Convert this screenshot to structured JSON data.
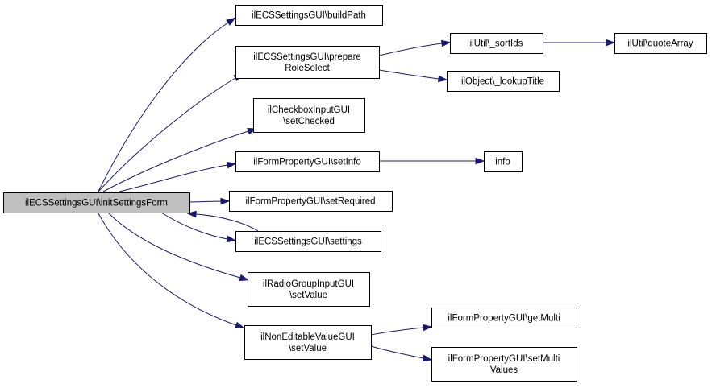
{
  "diagram": {
    "nodes": [
      {
        "id": "root",
        "lines": [
          "ilECSSettingsGUI\\initSettingsForm"
        ],
        "root": true
      },
      {
        "id": "buildPath",
        "lines": [
          "ilECSSettingsGUI\\buildPath"
        ]
      },
      {
        "id": "prepareRoleSelect",
        "lines": [
          "ilECSSettingsGUI\\prepare",
          "RoleSelect"
        ]
      },
      {
        "id": "sortIds",
        "lines": [
          "ilUtil\\_sortIds"
        ]
      },
      {
        "id": "quoteArray",
        "lines": [
          "ilUtil\\quoteArray"
        ]
      },
      {
        "id": "lookupTitle",
        "lines": [
          "ilObject\\_lookupTitle"
        ]
      },
      {
        "id": "setChecked",
        "lines": [
          "ilCheckboxInputGUI",
          "\\setChecked"
        ]
      },
      {
        "id": "setInfo",
        "lines": [
          "ilFormPropertyGUI\\setInfo"
        ]
      },
      {
        "id": "info",
        "lines": [
          "info"
        ]
      },
      {
        "id": "setRequired",
        "lines": [
          "ilFormPropertyGUI\\setRequired"
        ]
      },
      {
        "id": "settings",
        "lines": [
          "ilECSSettingsGUI\\settings"
        ]
      },
      {
        "id": "radioSetValue",
        "lines": [
          "ilRadioGroupInputGUI",
          "\\setValue"
        ]
      },
      {
        "id": "nonEditSetValue",
        "lines": [
          "ilNonEditableValueGUI",
          "\\setValue"
        ]
      },
      {
        "id": "getMulti",
        "lines": [
          "ilFormPropertyGUI\\getMulti"
        ]
      },
      {
        "id": "setMultiValues",
        "lines": [
          "ilFormPropertyGUI\\setMulti",
          "Values"
        ]
      }
    ],
    "edges": [
      {
        "from": "root",
        "to": "buildPath"
      },
      {
        "from": "root",
        "to": "prepareRoleSelect"
      },
      {
        "from": "prepareRoleSelect",
        "to": "sortIds"
      },
      {
        "from": "sortIds",
        "to": "quoteArray"
      },
      {
        "from": "prepareRoleSelect",
        "to": "lookupTitle"
      },
      {
        "from": "root",
        "to": "setChecked"
      },
      {
        "from": "root",
        "to": "setInfo"
      },
      {
        "from": "setInfo",
        "to": "info"
      },
      {
        "from": "root",
        "to": "setRequired"
      },
      {
        "from": "root",
        "to": "settings"
      },
      {
        "from": "settings",
        "to": "root"
      },
      {
        "from": "root",
        "to": "radioSetValue"
      },
      {
        "from": "root",
        "to": "nonEditSetValue"
      },
      {
        "from": "nonEditSetValue",
        "to": "getMulti"
      },
      {
        "from": "nonEditSetValue",
        "to": "setMultiValues"
      }
    ]
  }
}
